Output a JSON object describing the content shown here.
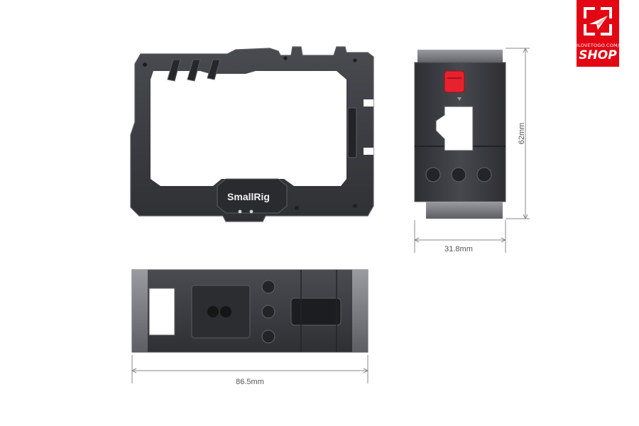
{
  "badge": {
    "site_text": "ILOVETOGO.COM/",
    "word": "SHOP",
    "color": "#e30613"
  },
  "cage": {
    "logo_text": "SmallRig",
    "body_color": "#3a3b3f",
    "edge_color": "#56575c",
    "quick_release_color": "#e8212f"
  },
  "dimensions": {
    "width_side": "31.8mm",
    "height_side": "62mm",
    "length_top": "86.5mm",
    "line_color": "#8a8a8a"
  }
}
